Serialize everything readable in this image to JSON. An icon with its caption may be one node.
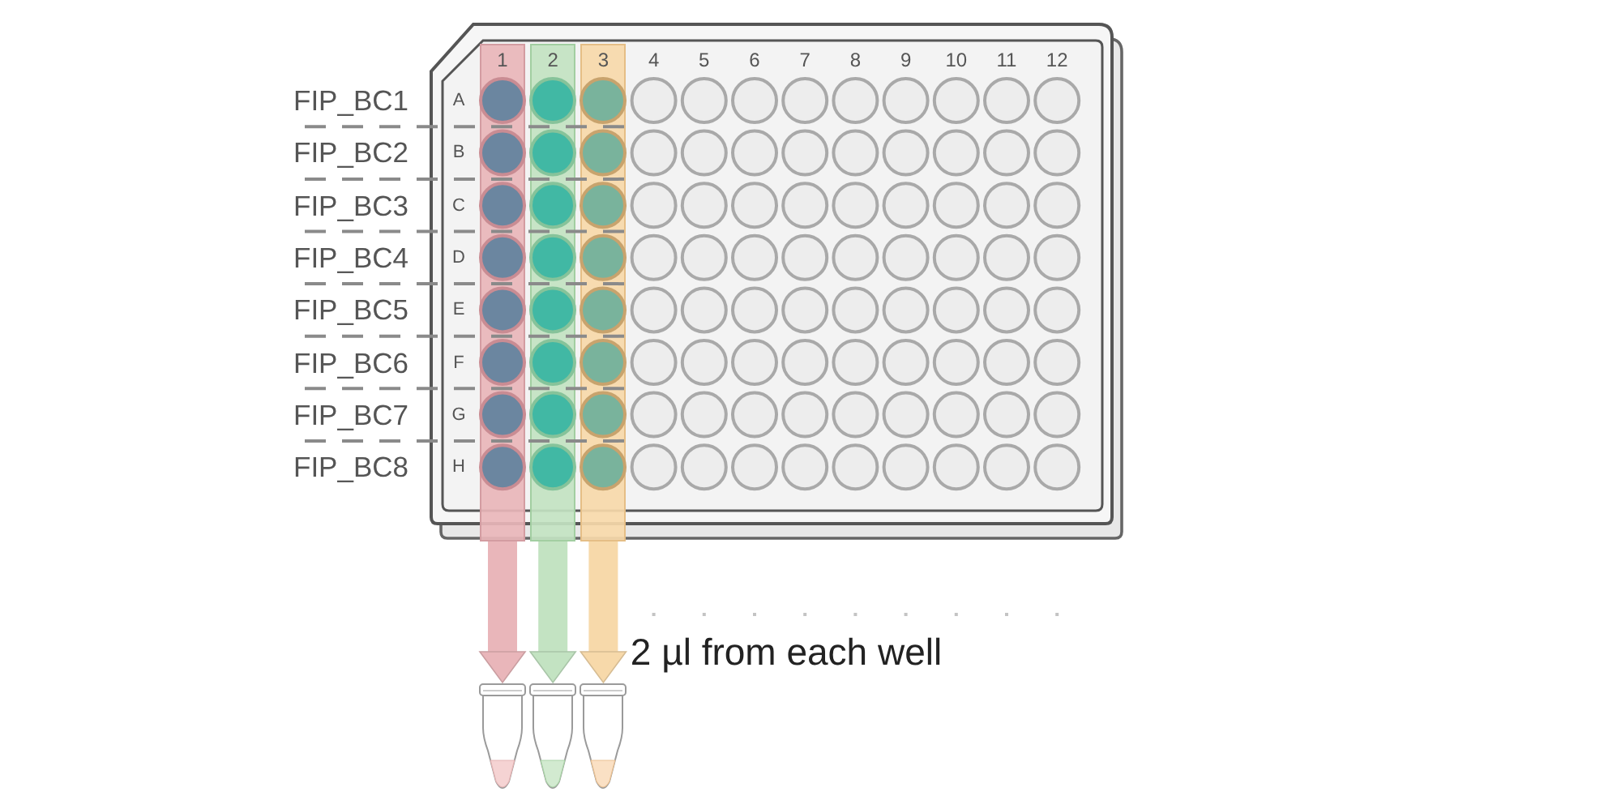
{
  "diagram": {
    "nodes": [
      {
        "text": [
          "4",
          "5",
          "6",
          "7",
          "8",
          "9",
          "10",
          "11",
          "12",
          "A",
          "B",
          "C",
          "D",
          "E",
          "F",
          "G",
          "H"
        ]
      },
      {
        "text": [
          "1"
        ],
        "in": 0
      },
      {
        "text": [
          "2"
        ],
        "in": 0
      },
      {
        "text": [
          "3"
        ],
        "in": 0
      },
      {
        "text": [],
        "shape": "picture"
      },
      {
        "text": [],
        "shape": "picture"
      },
      {
        "text": [],
        "shape": "picture"
      }
    ],
    "edges": [
      {
        "from": 1,
        "to": 4,
        "arrow": "to",
        "color": "#e9b6ba"
      },
      {
        "from": 2,
        "to": 5,
        "arrow": "to",
        "color": "#c3e3c2"
      },
      {
        "from": 3,
        "to": 6,
        "arrow": "to",
        "color": "#f7d9aa"
      }
    ],
    "labels": [
      "FIP_BC1",
      "FIP_BC2",
      "FIP_BC3",
      "FIP_BC4",
      "FIP_BC5",
      "FIP_BC6",
      "FIP_BC7",
      "FIP_BC8",
      "2 µl from each well"
    ]
  }
}
